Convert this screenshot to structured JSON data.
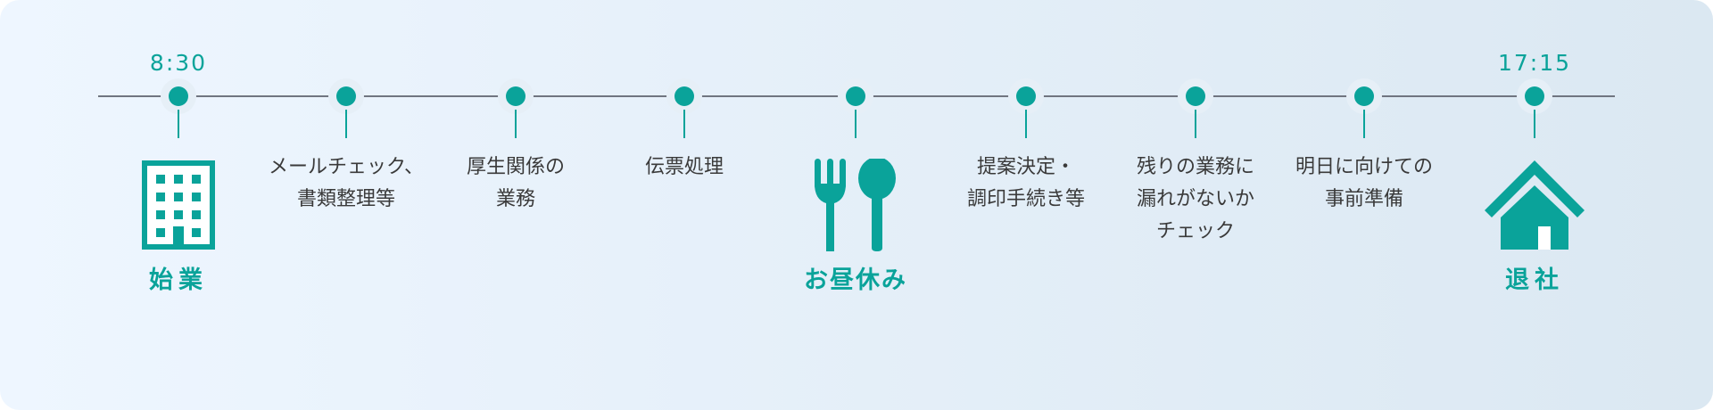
{
  "colors": {
    "accent": "#0aa39a",
    "line": "#707580",
    "text": "#3a3a3a"
  },
  "nodes": [
    {
      "time": "8:30",
      "label": "",
      "main_label": "始業",
      "icon": "office-building-icon"
    },
    {
      "time": "",
      "label": "メールチェック、\n書類整理等",
      "main_label": "",
      "icon": ""
    },
    {
      "time": "",
      "label": "厚生関係の\n業務",
      "main_label": "",
      "icon": ""
    },
    {
      "time": "",
      "label": "伝票処理",
      "main_label": "",
      "icon": ""
    },
    {
      "time": "",
      "label": "",
      "main_label": "お昼休み",
      "icon": "fork-spoon-icon"
    },
    {
      "time": "",
      "label": "提案決定・\n調印手続き等",
      "main_label": "",
      "icon": ""
    },
    {
      "time": "",
      "label": "残りの業務に\n漏れがないか\nチェック",
      "main_label": "",
      "icon": ""
    },
    {
      "time": "",
      "label": "明日に向けての\n事前準備",
      "main_label": "",
      "icon": ""
    },
    {
      "time": "17:15",
      "label": "",
      "main_label": "退社",
      "icon": "house-icon"
    }
  ]
}
